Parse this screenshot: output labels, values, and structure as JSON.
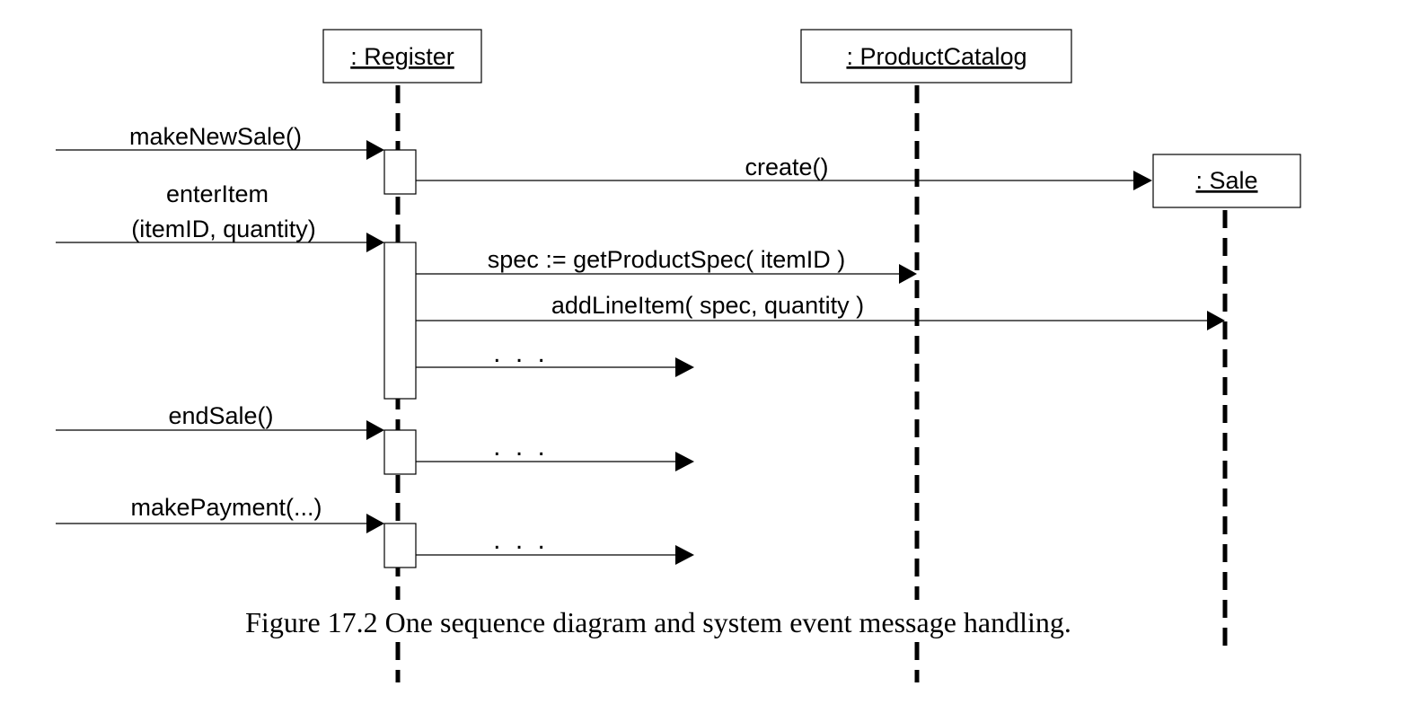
{
  "participants": {
    "register": {
      "label": ": Register"
    },
    "catalog": {
      "label": ": ProductCatalog"
    },
    "sale": {
      "label": ": Sale"
    }
  },
  "messages": {
    "make_new_sale": "makeNewSale()",
    "create": "create()",
    "enter_item_line1": "enterItem",
    "enter_item_line2": "(itemID, quantity)",
    "get_product_spec": "spec := getProductSpec( itemID )",
    "add_line_item": "addLineItem( spec, quantity )",
    "ellipsis": ". . .",
    "end_sale": "endSale()",
    "make_payment": "makePayment(...)"
  },
  "caption": "Figure 17.2 One sequence diagram and system event message handling."
}
